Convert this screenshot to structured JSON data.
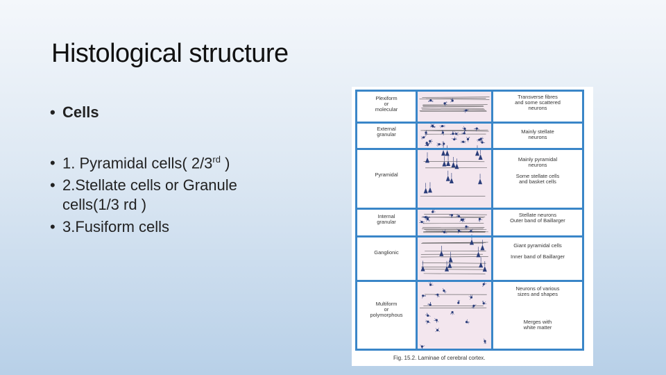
{
  "slide": {
    "title": "Histological structure",
    "bullets": [
      {
        "text": "Cells",
        "bold": true
      },
      {
        "text": "1. Pyramidal cells( 2/3",
        "sup": "rd",
        "tail": " )"
      },
      {
        "text": "2.Stellate cells or Granule cells(1/3 rd  )",
        "sup": "",
        "tail": ""
      },
      {
        "text": "3.Fusiform cells",
        "sup": "",
        "tail": ""
      }
    ],
    "bullet_glyph": "•"
  },
  "figure": {
    "layers": [
      {
        "label": "Plexiform\nor\nmolecular",
        "desc": "Transverse fibres\nand some scattered\nneurons"
      },
      {
        "label": "External\ngranular",
        "desc": "Mainly stellate\nneurons"
      },
      {
        "label": "Pyramidal",
        "desc": "Mainly pyramidal\nneurons\n\nSome stellate cells\nand basket cells"
      },
      {
        "label": "Internal\ngranular",
        "desc": "Stellate neurons\nOuter band of Baillarger"
      },
      {
        "label": "Ganglionic",
        "desc": "Giant pyramidal cells\n\nInner band of Baillarger"
      },
      {
        "label": "Multiform\nor\npolymorphous",
        "desc": "Neurons of various\nsizes and shapes\n\n\n\n\nMerges with\nwhite matter"
      }
    ],
    "caption": "Fig. 15.2. Laminae of cerebral cortex.",
    "border_color": "#3a86c8",
    "tissue_color": "#f3e6ee"
  }
}
